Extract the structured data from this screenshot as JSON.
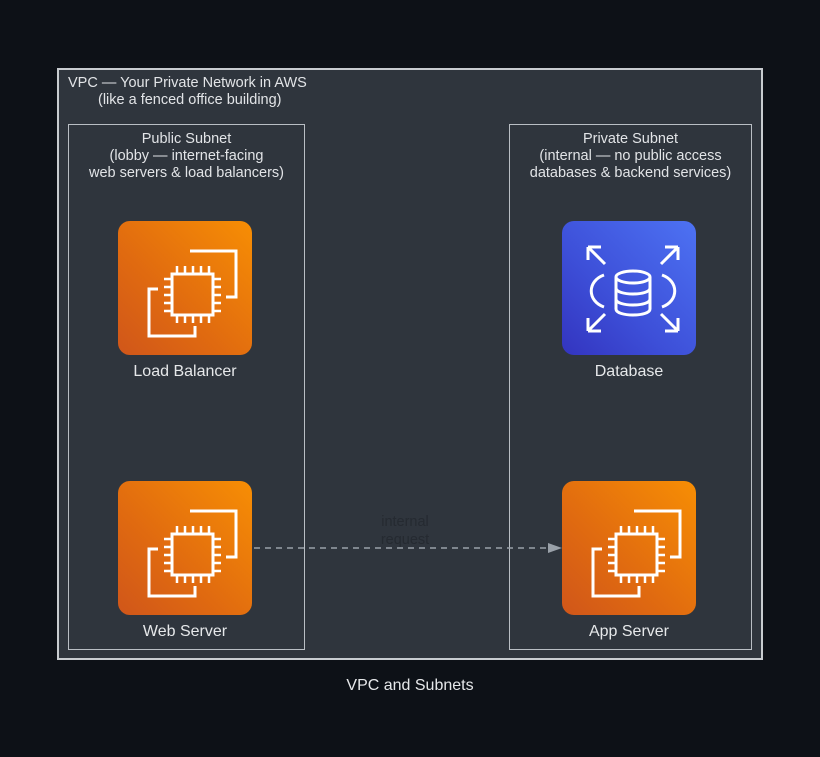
{
  "title": "VPC and Subnets",
  "vpc": {
    "line1": "VPC — Your Private Network in AWS",
    "line2": "(like a fenced office building)"
  },
  "public_subnet": {
    "line1": "Public Subnet",
    "line2": "(lobby — internet-facing",
    "line3": "web servers & load balancers)"
  },
  "private_subnet": {
    "line1": "Private Subnet",
    "line2": "(internal — no public access",
    "line3": "databases & backend services)"
  },
  "nodes": [
    {
      "label": "Load Balancer",
      "icon": "ec2-instance-icon",
      "color": "#ed7100"
    },
    {
      "label": "Web Server",
      "icon": "ec2-instance-icon",
      "color": "#ed7100"
    },
    {
      "label": "Database",
      "icon": "rds-database-icon",
      "color": "#3f4fdb"
    },
    {
      "label": "App Server",
      "icon": "ec2-instance-icon",
      "color": "#ed7100"
    }
  ],
  "edges": [
    {
      "from": "Web Server",
      "to": "App Server",
      "label_line1": "internal",
      "label_line2": "request",
      "style": "dashed"
    }
  ]
}
